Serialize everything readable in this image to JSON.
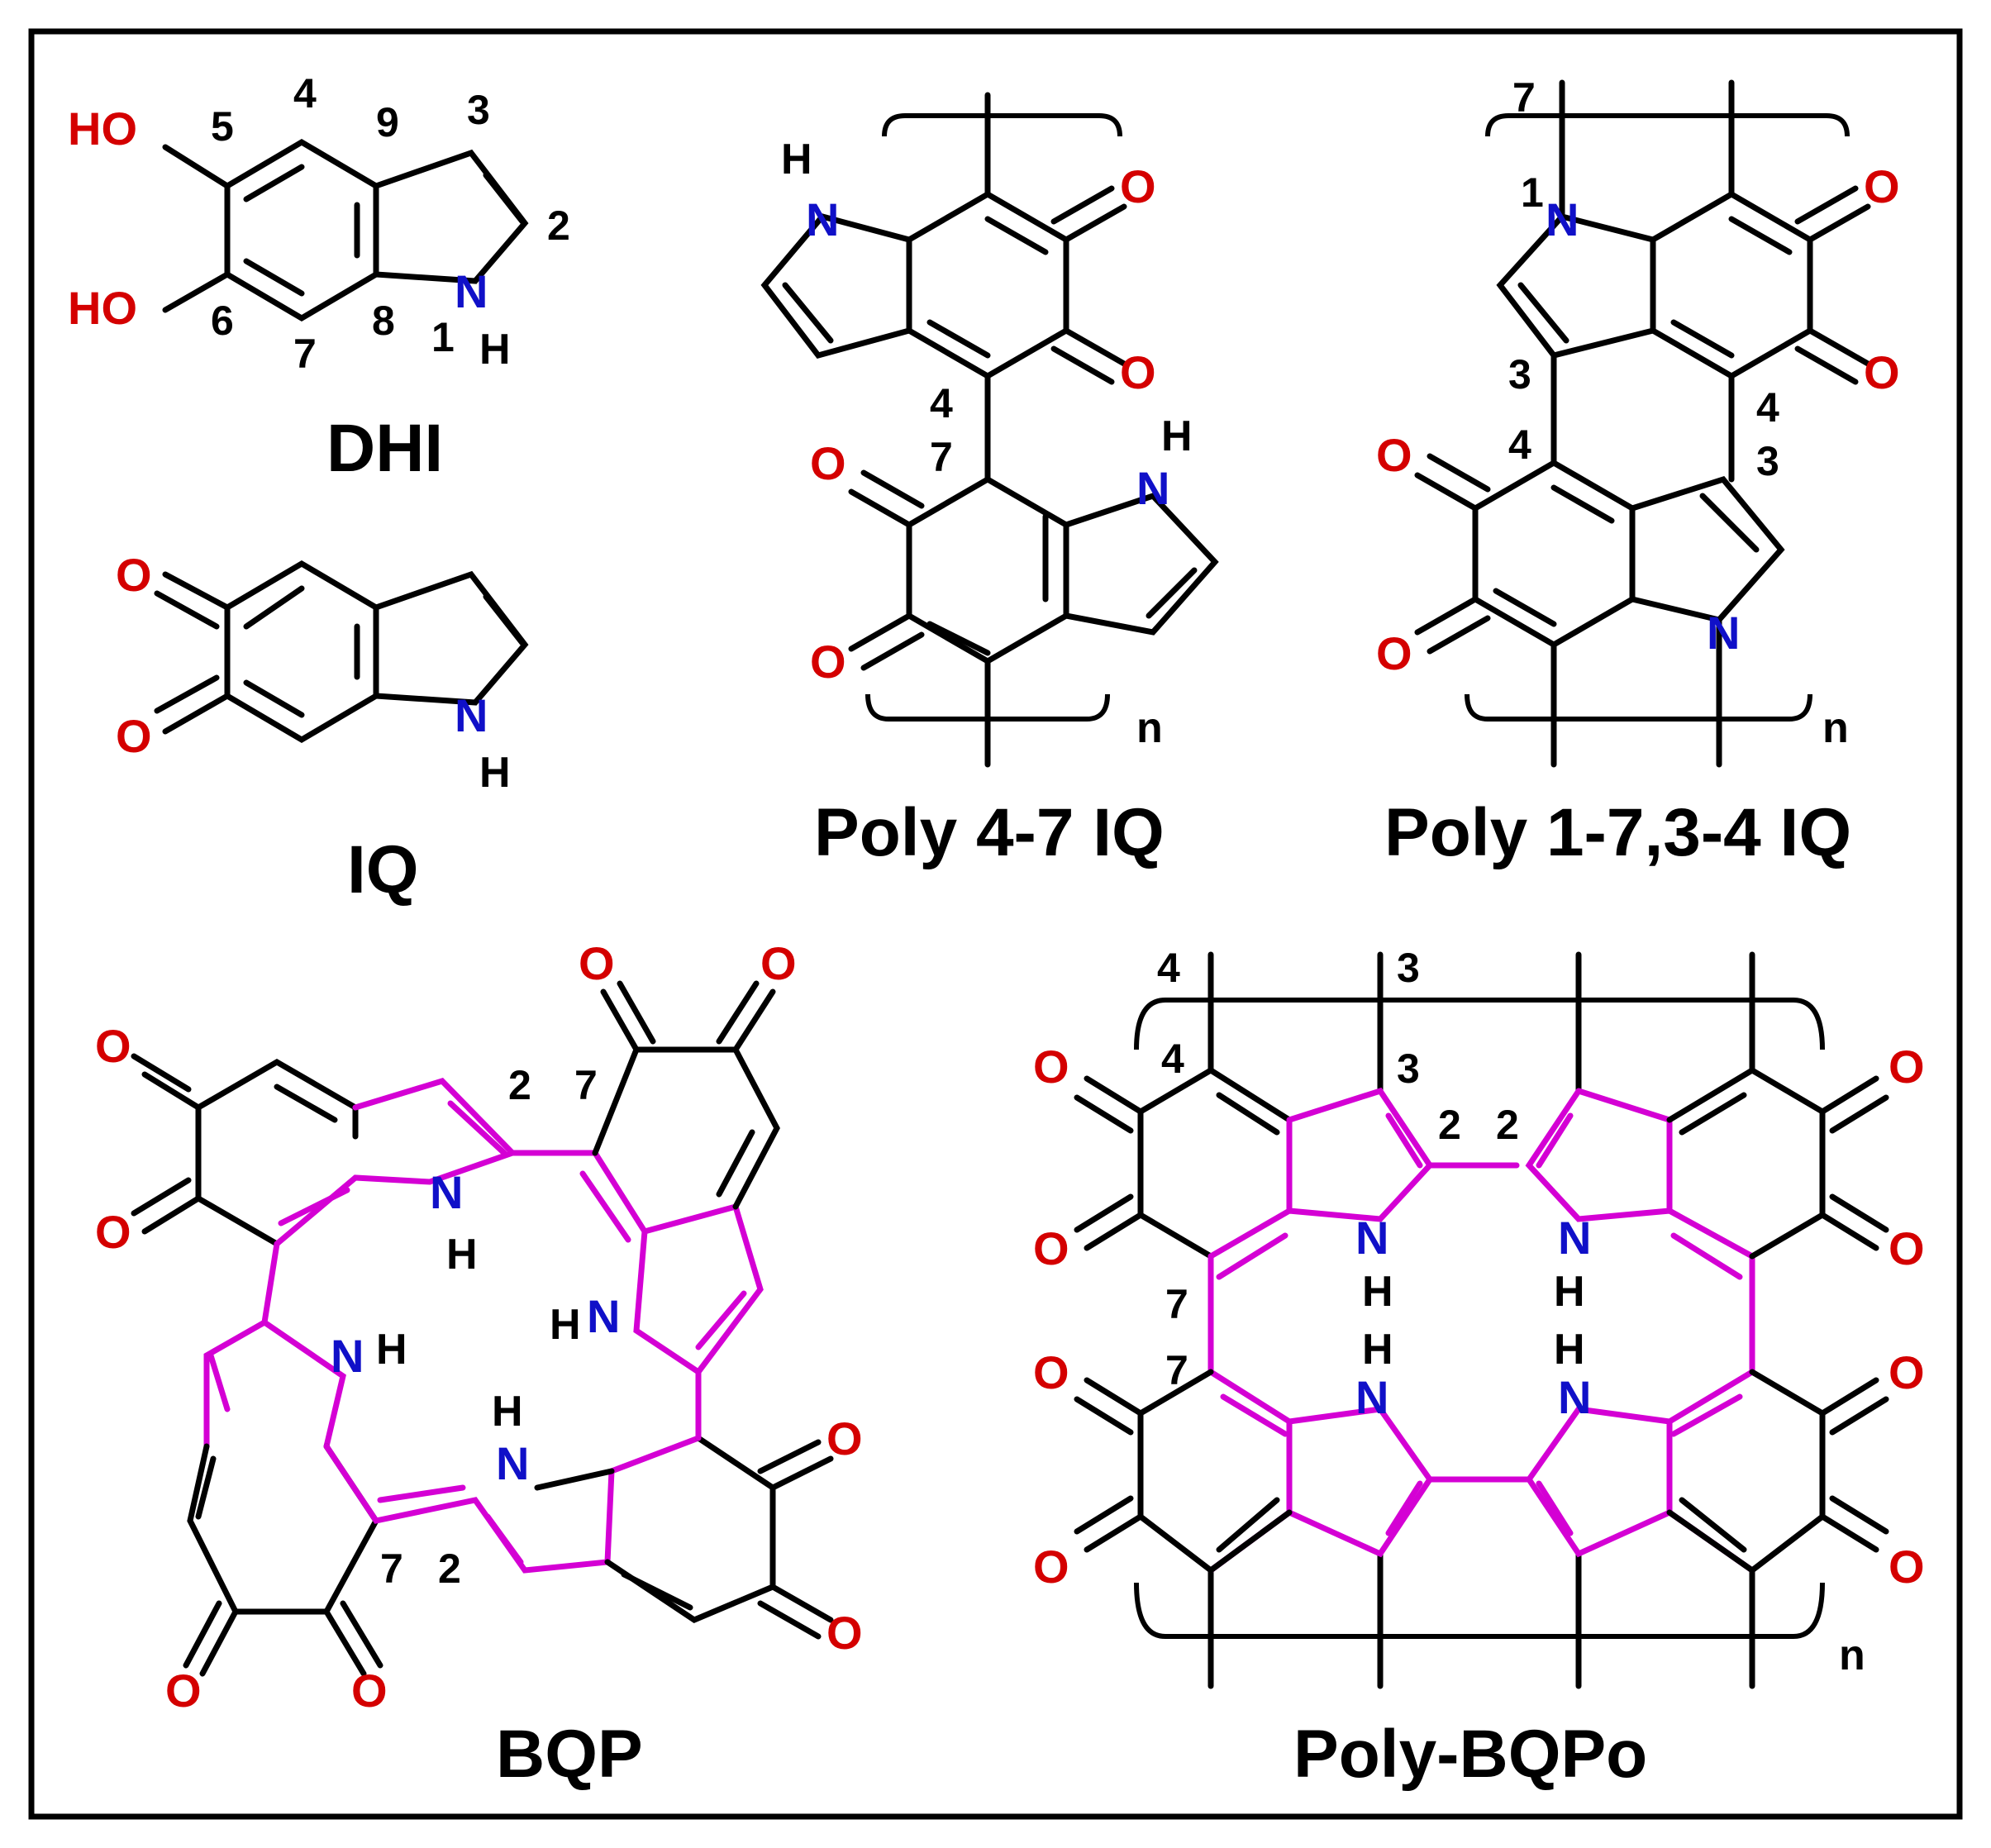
{
  "structures": [
    {
      "key": "dhi",
      "title": "DHI"
    },
    {
      "key": "iq",
      "title": "IQ"
    },
    {
      "key": "poly47",
      "title": "Poly 4-7 IQ"
    },
    {
      "key": "poly1734",
      "title": "Poly 1-7,3-4 IQ"
    },
    {
      "key": "bqp",
      "title": "BQP"
    },
    {
      "key": "polybqpo",
      "title": "Poly-BQPo"
    }
  ],
  "atoms": {
    "O": "O",
    "N": "N",
    "H": "H",
    "HO": "HO",
    "NH": "NH",
    "n": "n"
  },
  "dhi_positions": [
    "1",
    "2",
    "3",
    "4",
    "5",
    "6",
    "7",
    "8",
    "9"
  ],
  "colors": {
    "oxygen": "#d40000",
    "nitrogen": "#1010c8",
    "pyrrole_highlight": "#d400d4",
    "bond": "#000000",
    "frame": "#000000"
  }
}
